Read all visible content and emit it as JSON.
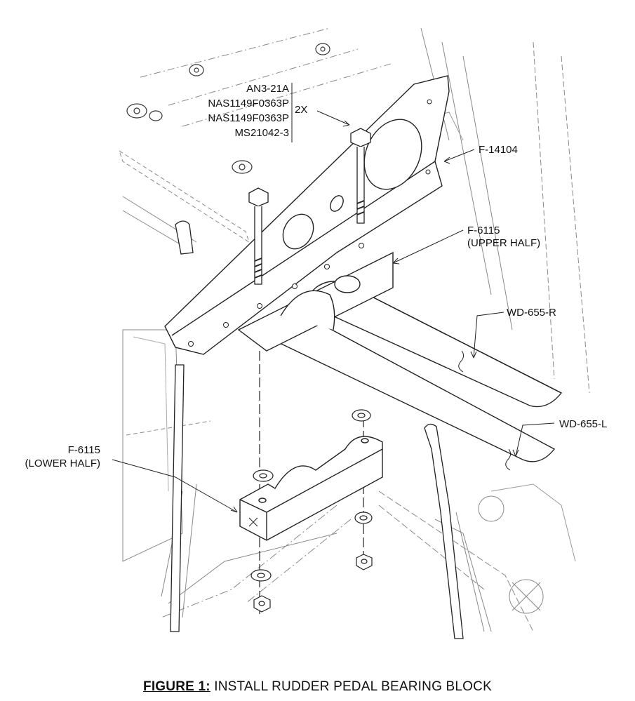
{
  "hardware_callout": {
    "lines": [
      "AN3-21A",
      "NAS1149F0363P",
      "NAS1149F0363P",
      "MS21042-3"
    ],
    "quantity": "2X"
  },
  "labels": {
    "bracket": "F-14104",
    "upper_half": [
      "F-6115",
      "(UPPER HALF)"
    ],
    "lower_half": [
      "F-6115",
      "(LOWER HALF)"
    ],
    "tube_right": "WD-655-R",
    "tube_left": "WD-655-L"
  },
  "caption": {
    "figure": "FIGURE 1:",
    "text": " INSTALL RUDDER PEDAL BEARING BLOCK"
  }
}
